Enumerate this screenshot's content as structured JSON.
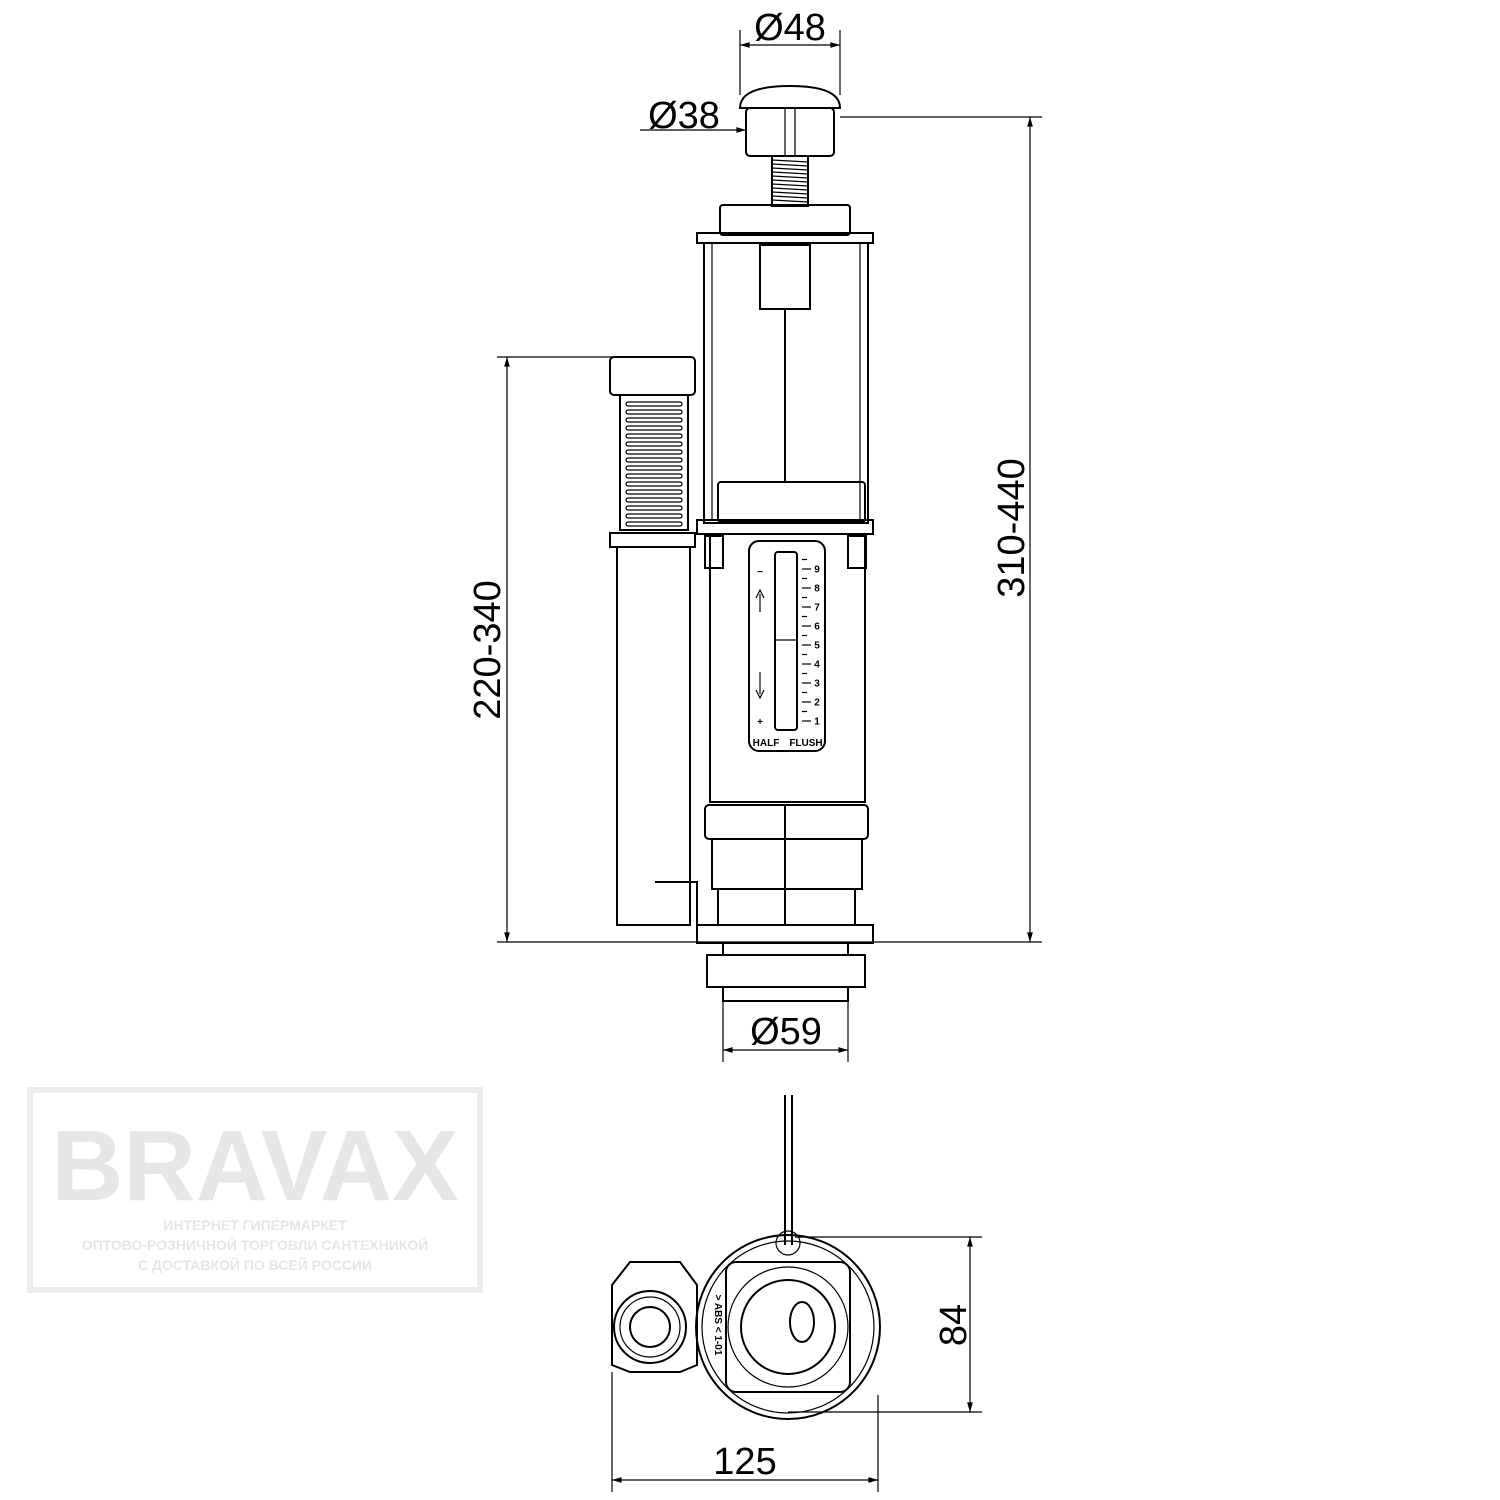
{
  "dimensions": {
    "button_outer": "Ø48",
    "button_inner": "Ø38",
    "total_height": "310-440",
    "overflow_height": "220-340",
    "outlet_diameter": "Ø59",
    "bottom_depth": "84",
    "bottom_width": "125"
  },
  "scale": {
    "numbers": [
      "1",
      "2",
      "3",
      "4",
      "5",
      "6",
      "7",
      "8",
      "9"
    ],
    "minus": "−",
    "plus": "+",
    "half_label": "HALF",
    "flush_label": "FLUSH"
  },
  "marking": "> ABS < 1-01",
  "watermark": {
    "brand": "BRAVAX",
    "lines": [
      "ИНТЕРНЕТ ГИПЕРМАРКЕТ",
      "ОПТОВО-РОЗНИЧНОЙ ТОРГОВЛИ САНТЕХНИКОЙ",
      "С ДОСТАВКОЙ ПО ВСЕЙ РОССИИ"
    ]
  },
  "colors": {
    "line": "#000000",
    "watermark": "#e6e6e6"
  }
}
